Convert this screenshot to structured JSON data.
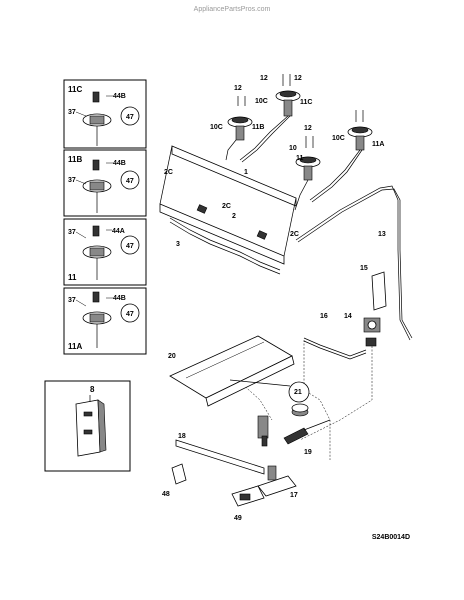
{
  "watermark": "AppliancePartsPros.com",
  "diagram_code": "S24B0014D",
  "insets": [
    {
      "title": "11C",
      "labels": [
        "37",
        "44B",
        "47"
      ]
    },
    {
      "title": "11B",
      "labels": [
        "37",
        "44B",
        "47"
      ]
    },
    {
      "title": "11",
      "labels": [
        "37",
        "44A",
        "47"
      ]
    },
    {
      "title": "11A",
      "labels": [
        "37",
        "44B",
        "47"
      ]
    }
  ],
  "inset_8": {
    "title": "8"
  },
  "callouts": {
    "c12a": "12",
    "c12b": "12",
    "c12c": "12",
    "c12d": "12",
    "c10c_top": "10C",
    "c11c": "11C",
    "c10c_left": "10C",
    "c11b": "11B",
    "c10": "10",
    "c11": "11",
    "c10c_right": "10C",
    "c11a": "11A",
    "c2c_a": "2C",
    "c1": "1",
    "c2c_b": "2C",
    "c2": "2",
    "c2c_c": "2C",
    "c3": "3",
    "c13": "13",
    "c15": "15",
    "c16": "16",
    "c14": "14",
    "c20": "20",
    "c21": "21",
    "c18": "18",
    "c19": "19",
    "c48": "48",
    "c17": "17",
    "c49": "49"
  }
}
